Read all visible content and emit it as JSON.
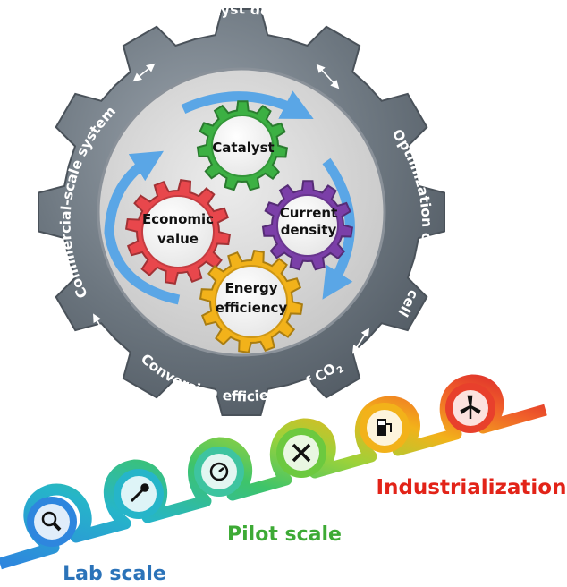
{
  "ring_labels": {
    "top": "Catalyst design",
    "right": "Optimization of flow cell",
    "bottom": "Conversion efficiency of CO",
    "bottom_sub": "2",
    "left": "Commercial-scale system"
  },
  "gears": {
    "catalyst": {
      "line1": "Catalyst",
      "line2": "",
      "color": "#3cb043"
    },
    "current_density": {
      "line1": "Current",
      "line2": "density",
      "color": "#7b3fa8"
    },
    "economic_value": {
      "line1": "Economic",
      "line2": "value",
      "color": "#e8474c"
    },
    "energy_efficiency": {
      "line1": "Energy",
      "line2": "efficiency",
      "color": "#f2b21a"
    }
  },
  "scales": {
    "lab": {
      "label": "Lab scale",
      "color": "#2b73b9"
    },
    "pilot": {
      "label": "Pilot scale",
      "color": "#3daa35"
    },
    "industrial": {
      "label": "Industrialization",
      "color": "#e22318"
    }
  },
  "stage_icons": [
    "magnifier-icon",
    "dropper-icon",
    "gauge-icon",
    "tools-icon",
    "fuel-pump-icon",
    "wind-turbine-icon"
  ]
}
